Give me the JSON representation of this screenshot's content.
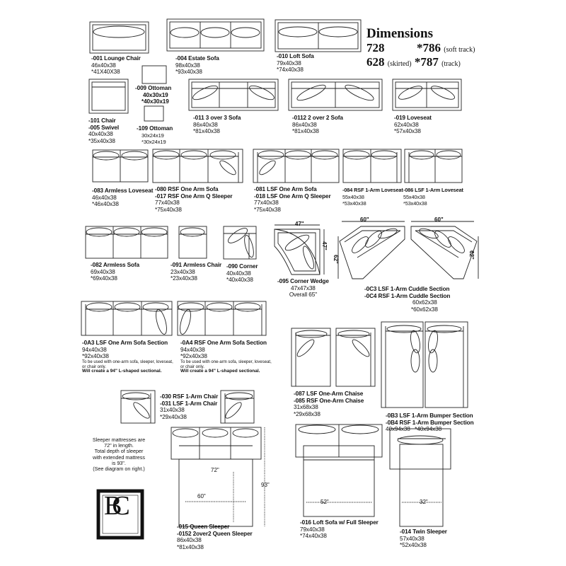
{
  "header": {
    "title": "Dimensions",
    "rows": [
      {
        "code": "728",
        "track_code": "*786",
        "track_note": "(soft track)"
      },
      {
        "code": "628",
        "code_note": "(skirted)",
        "track_code": "*787",
        "track_note": "(track)"
      }
    ]
  },
  "items": [
    {
      "lines": [
        "-001 Lounge Chair"
      ],
      "dims": [
        "46x40x38",
        "*41X40X38"
      ]
    },
    {
      "lines": [
        "-004 Estate Sofa"
      ],
      "dims": [
        "98x40x38",
        "*93x40x38"
      ]
    },
    {
      "lines": [
        "-010 Loft Sofa"
      ],
      "dims": [
        "79x40x38",
        "*74x40x38"
      ]
    },
    {
      "lines": [
        "-009 Ottoman",
        "40x30x19",
        "*40x30x19"
      ],
      "dims": []
    },
    {
      "lines": [
        "-101 Chair",
        "-005 Swivel"
      ],
      "dims": [
        "40x40x38",
        "*35x40x38"
      ]
    },
    {
      "lines": [
        "-109 Ottoman"
      ],
      "dims": [
        "30x24x19",
        "*30x24x19"
      ]
    },
    {
      "lines": [
        "-011  3 over 3 Sofa"
      ],
      "dims": [
        "86x40x38",
        "*81x40x38"
      ]
    },
    {
      "lines": [
        "-0112  2 over 2 Sofa"
      ],
      "dims": [
        "86x40x38",
        "*81x40x38"
      ]
    },
    {
      "lines": [
        "-019 Loveseat"
      ],
      "dims": [
        "62x40x38",
        "*57x40x38"
      ]
    },
    {
      "lines": [
        "-083 Armless Loveseat"
      ],
      "dims": [
        "46x40x38",
        "*46x40x38"
      ]
    },
    {
      "lines": [
        "-080 RSF One Arm Sofa",
        "-017 RSF One Arm Q Sleeper"
      ],
      "dims": [
        "77x40x38",
        "*75x40x38"
      ]
    },
    {
      "lines": [
        "-081 LSF One Arm Sofa",
        "-018 LSF One Arm Q Sleeper"
      ],
      "dims": [
        "77x40x38",
        "*75x40x38"
      ]
    },
    {
      "lines": [
        "-084 RSF 1-Arm Loveseat"
      ],
      "dims": [
        "55x40x38",
        "*53x40x38"
      ]
    },
    {
      "lines": [
        "-086 LSF 1-Arm Loveseat"
      ],
      "dims": [
        "55x40x38",
        "*53x40x38"
      ]
    },
    {
      "lines": [
        "-082 Armless Sofa"
      ],
      "dims": [
        "69x40x38",
        "*69x40x38"
      ]
    },
    {
      "lines": [
        "-091 Armless Chair"
      ],
      "dims": [
        "23x40x38",
        "*23x40x38"
      ]
    },
    {
      "lines": [
        "-090 Corner"
      ],
      "dims": [
        "40x40x38",
        "*40x40x38"
      ]
    },
    {
      "lines": [
        "-095 Corner Wedge"
      ],
      "dims": [
        "47x47x38",
        "Overall 65\""
      ]
    },
    {
      "lines": [
        "-0C3 LSF 1-Arm Cuddle Section",
        "-0C4 RSF 1-Arm Cuddle Section"
      ],
      "dims": [
        "60x62x38",
        "*60x62x38"
      ]
    },
    {
      "lines": [
        "-0A3  LSF One Arm Sofa Section"
      ],
      "dims": [
        "94x40x38",
        "*92x40x38"
      ]
    },
    {
      "lines": [
        "-0A4 RSF One Arm Sofa Section"
      ],
      "dims": [
        "94x40x38",
        "*92x40x38"
      ]
    },
    {
      "lines": [
        "-087 LSF One-Arm Chaise",
        "-085 RSF  One-Arm Chaise"
      ],
      "dims": [
        "31x68x38",
        "*29x68x38"
      ]
    },
    {
      "lines": [
        "-0B3 LSF 1-Arm Bumper Section",
        "-0B4 RSF 1-Arm Bumper Section"
      ],
      "dims": [
        "40x94x38",
        "*40x94x38"
      ]
    },
    {
      "lines": [
        "-030 RSF 1-Arm Chair",
        "-031 LSF 1-Arm Chair"
      ],
      "dims": [
        "31x40x38",
        "*29x40x38"
      ]
    },
    {
      "lines": [
        "-015 Queen Sleeper",
        "-0152 2over2 Queen Sleeper"
      ],
      "dims": [
        "86x40x38",
        "*81x40x38"
      ]
    },
    {
      "lines": [
        "-016 Loft Sofa w/ Full Sleeper"
      ],
      "dims": [
        "79x40x38",
        "*74x40x38"
      ]
    },
    {
      "lines": [
        "-014 Twin Sleeper"
      ],
      "dims": [
        "57x40x38",
        "*52x40x38"
      ]
    }
  ],
  "section_notes": {
    "line1": "To be used with one-arm sofa, sleeper, loveseat,",
    "line2": "or chair  only.",
    "line3": "Will create a 94\" L-shaped sectional."
  },
  "sleeper_note": [
    "Sleeper mattresses are",
    "72\" in length.",
    "Total depth of sleeper",
    "with extended mattress",
    "is 93\".",
    "(See diagram on right.)"
  ],
  "measurements": {
    "wedge_top": "47\"",
    "wedge_side": "47\"",
    "cuddle_l_top": "60\"",
    "cuddle_l_side": "62\"",
    "cuddle_r_top": "60\"",
    "cuddle_r_side": "62\"",
    "queen_len": "72\"",
    "queen_width": "60\"",
    "queen_depth": "93\"",
    "loft_width": "52\"",
    "twin_width": "32\""
  },
  "logo": {
    "letters": "BC"
  }
}
